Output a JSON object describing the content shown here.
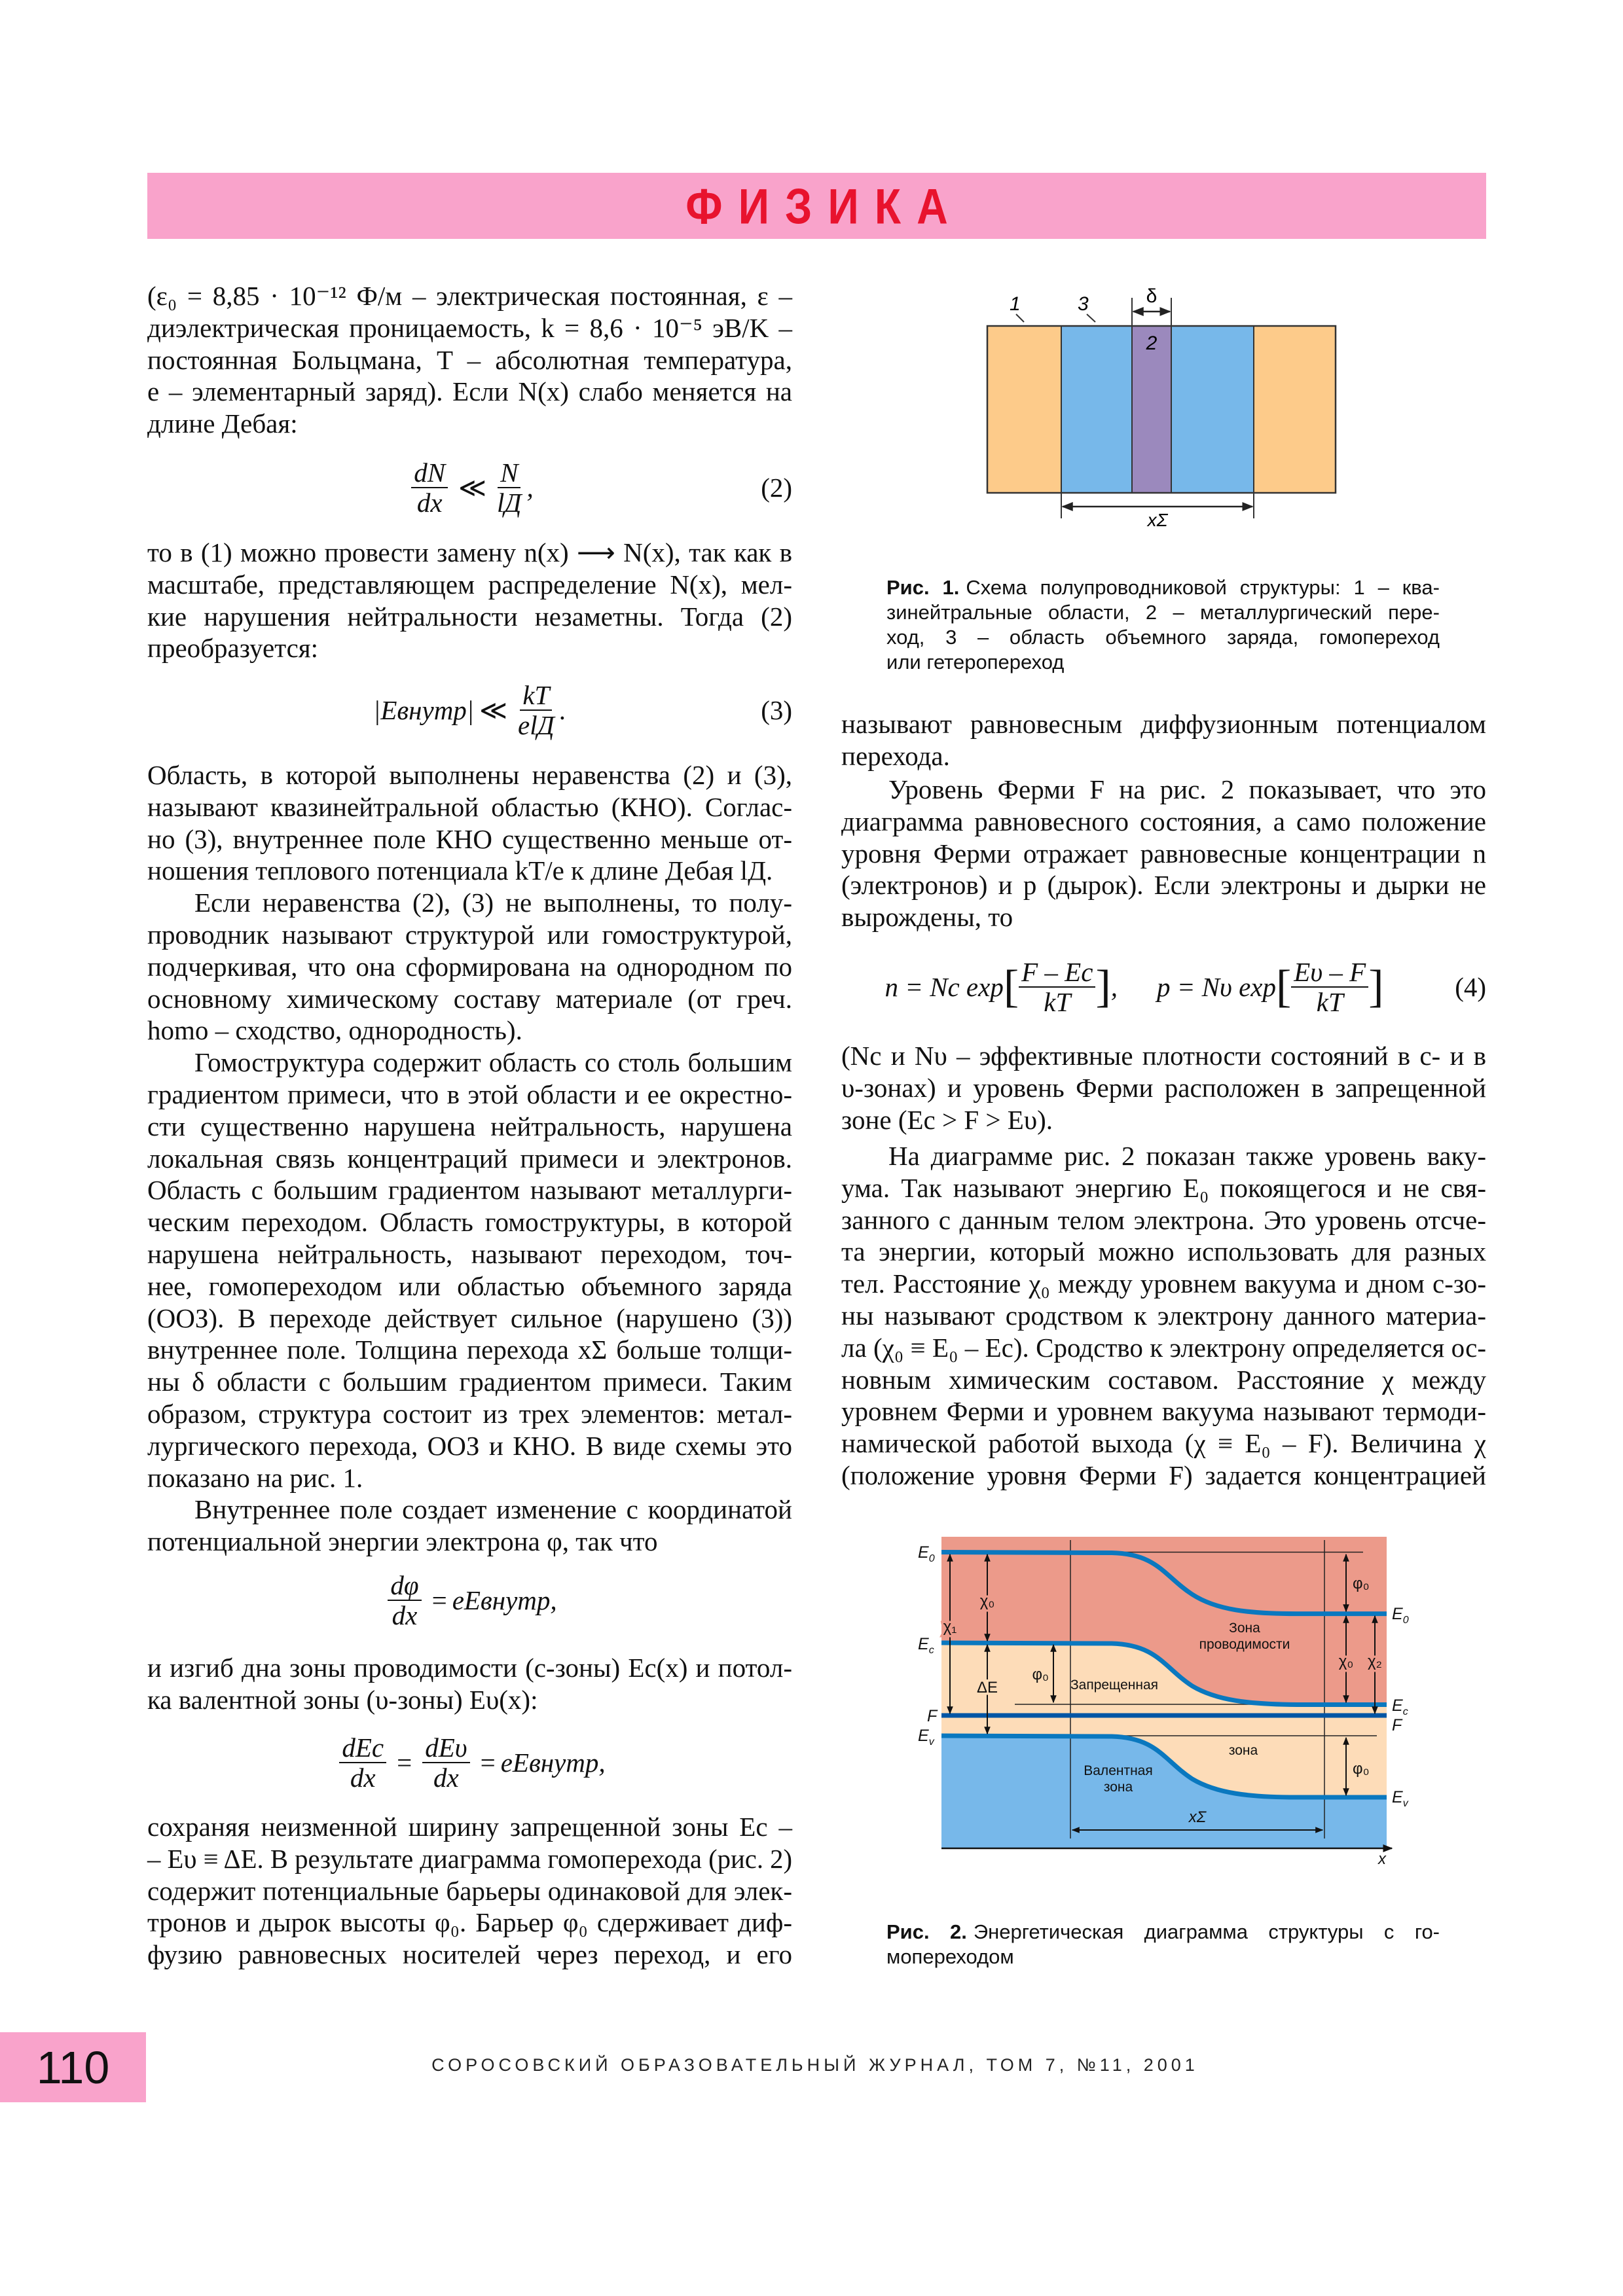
{
  "header": {
    "title": "ФИЗИКА"
  },
  "left": {
    "p1": [
      "(ε₀ = 8,85 · 10⁻¹² Ф/м – электрическая постоянная, ε –",
      "диэлектрическая проницаемость, k = 8,6 · 10⁻⁵ эВ/K –",
      "постоянная Больцмана, T – абсолютная температура,",
      "e – элементарный заряд). Если N(x) слабо меняется на",
      "длине Дебая:"
    ],
    "eq2": {
      "num1": "dN",
      "den1": "dx",
      "op": "≪",
      "num2": "N",
      "den2": "lД",
      "tail": ",",
      "number": "(2)"
    },
    "p2": [
      "то в (1) можно провести замену n(x) ⟶ N(x), так как в",
      "масштабе, представляющем распределение N(x), мел-",
      "кие нарушения нейтральности незаметны. Тогда (2)",
      "преобразуется:"
    ],
    "eq3": {
      "lhs": "|Eвнутр|",
      "op": "≪",
      "num": "kT",
      "den": "elД",
      "tail": ".",
      "number": "(3)"
    },
    "p3a": [
      "Область, в которой выполнены неравенства (2) и (3),",
      "называют квазинейтральной областью (КНО). Соглас-",
      "но (3), внутреннее поле КНО существенно меньше от-",
      "ношения теплового потенциала kT/e к длине Дебая lД."
    ],
    "p3b": [
      "Если неравенства (2), (3) не выполнены, то полу-",
      "проводник называют структурой или гомоструктурой,",
      "подчеркивая, что она сформирована на однородном по",
      "основному химическому составу материале (от греч.",
      "homo – сходство, однородность)."
    ],
    "p3c": [
      "Гомоструктура содержит область со столь большим",
      "градиентом примеси, что в этой области и ее окрестно-",
      "сти существенно нарушена нейтральность, нарушена",
      "локальная связь концентраций примеси и электронов.",
      "Область с большим градиентом называют металлурги-",
      "ческим переходом. Область гомоструктуры, в которой",
      "нарушена нейтральность, называют переходом, точ-",
      "нее, гомопереходом или областью объемного заряда",
      "(ООЗ). В переходе действует сильное (нарушено (3))",
      "внутреннее поле. Толщина перехода xΣ больше толщи-",
      "ны δ области с большим градиентом примеси. Таким",
      "образом, структура состоит из трех элементов: метал-",
      "лургического перехода, ООЗ и КНО. В виде схемы это",
      "показано на рис. 1."
    ],
    "p3d": [
      "Внутреннее поле создает изменение с координатой",
      "потенциальной энергии электрона φ, так что"
    ],
    "eq5": {
      "num": "dφ",
      "den": "dx",
      "op": "=",
      "rhs": "eEвнутр",
      "tail": ","
    },
    "p4": [
      "и изгиб дна зоны проводимости (c-зоны) Ec(x) и потол-",
      "ка валентной зоны (υ-зоны) Eυ(x):"
    ],
    "eq6": {
      "num1": "dEc",
      "den1": "dx",
      "op1": "=",
      "num2": "dEυ",
      "den2": "dx",
      "op2": "=",
      "rhs": "eEвнутр",
      "tail": ","
    },
    "p5": [
      "сохраняя неизменной ширину запрещенной зоны Ec –",
      "– Eυ ≡ ΔE. В результате диаграмма гомоперехода (рис. 2)",
      "содержит потенциальные барьеры одинаковой для элек-",
      "тронов и дырок высоты φ₀. Барьер φ₀ сдерживает диф-",
      "фузию равновесных носителей через переход, и его"
    ]
  },
  "right": {
    "fig1": {
      "labels": {
        "one": "1",
        "three": "3",
        "two": "2",
        "delta": "δ",
        "xsigma": "xΣ"
      },
      "caption_label": "Рис. 1.",
      "caption": [
        "Схема полупроводниковой структуры: 1 – ква-",
        "зинейтральные области, 2 – металлургический пере-",
        "ход, 3 – область объемного заряда, гомопереход",
        "или гетеропереход"
      ],
      "colors": {
        "neutral": "#fdcb8a",
        "space_charge": "#77b8ea",
        "junction": "#9b89bd"
      }
    },
    "pA": [
      "называют равновесным диффузионным потенциалом",
      "перехода."
    ],
    "pB": [
      "Уровень Ферми F на рис. 2 показывает, что это",
      "диаграмма равновесного состояния, а само положение",
      "уровня Ферми отражает равновесные концентрации n",
      "(электронов) и p (дырок). Если электроны и дырки не",
      "вырождены, то"
    ],
    "eq4": {
      "n_lhs": "n = Nc exp",
      "n_num": "F – Ec",
      "n_den": "kT",
      "sep": ",",
      "p_lhs": "p = Nυ exp",
      "p_num": "Eυ – F",
      "p_den": "kT",
      "number": "(4)"
    },
    "pC": [
      "(Nc и Nυ – эффективные плотности состояний в c- и в",
      "υ-зонах) и уровень Ферми расположен в запрещенной",
      "зоне (Ec > F > Eυ)."
    ],
    "pD": [
      "На диаграмме рис. 2 показан также уровень ваку-",
      "ума. Так называют энергию E₀ покоящегося и не свя-",
      "занного с данным телом электрона. Это уровень отсче-",
      "та энергии, который можно использовать для разных",
      "тел. Расстояние χ₀ между уровнем вакуума и дном c-зо-",
      "ны называют сродством к электрону данного материа-",
      "ла (χ₀ ≡ E₀ – Ec). Сродство к электрону определяется ос-",
      "новным химическим составом. Расстояние χ между",
      "уровнем Ферми и уровнем вакуума называют термоди-",
      "намической работой выхода (χ ≡ E₀ – F). Величина χ",
      "(положение уровня Ферми F) задается концентрацией"
    ],
    "fig2": {
      "labels": {
        "E": "E",
        "sub0": "0",
        "subc": "c",
        "subv": "v",
        "F": "F",
        "chi0": "χ₀",
        "chi1": "χ₁",
        "chi2": "χ₂",
        "dE": "ΔE",
        "phi0": "φ₀",
        "cond1": "Зона",
        "cond2": "проводимости",
        "forbidden1": "Запрещенная",
        "forbidden2": "зона",
        "val1": "Валентная",
        "val2": "зона",
        "xsigma": "xΣ",
        "x": "x"
      },
      "caption_label": "Рис. 2.",
      "caption": [
        "Энергетическая диаграмма структуры с го-",
        "мопереходом"
      ],
      "colors": {
        "conduction": "#ec9a8a",
        "gap": "#fddcb8",
        "valence": "#77b8ea",
        "band_line": "#0a78bf",
        "fermi": "#0055a5"
      }
    }
  },
  "footer": {
    "page_number": "110",
    "journal": "СОРОСОВСКИЙ ОБРАЗОВАТЕЛЬНЫЙ ЖУРНАЛ, ТОМ 7, №11, 2001"
  }
}
